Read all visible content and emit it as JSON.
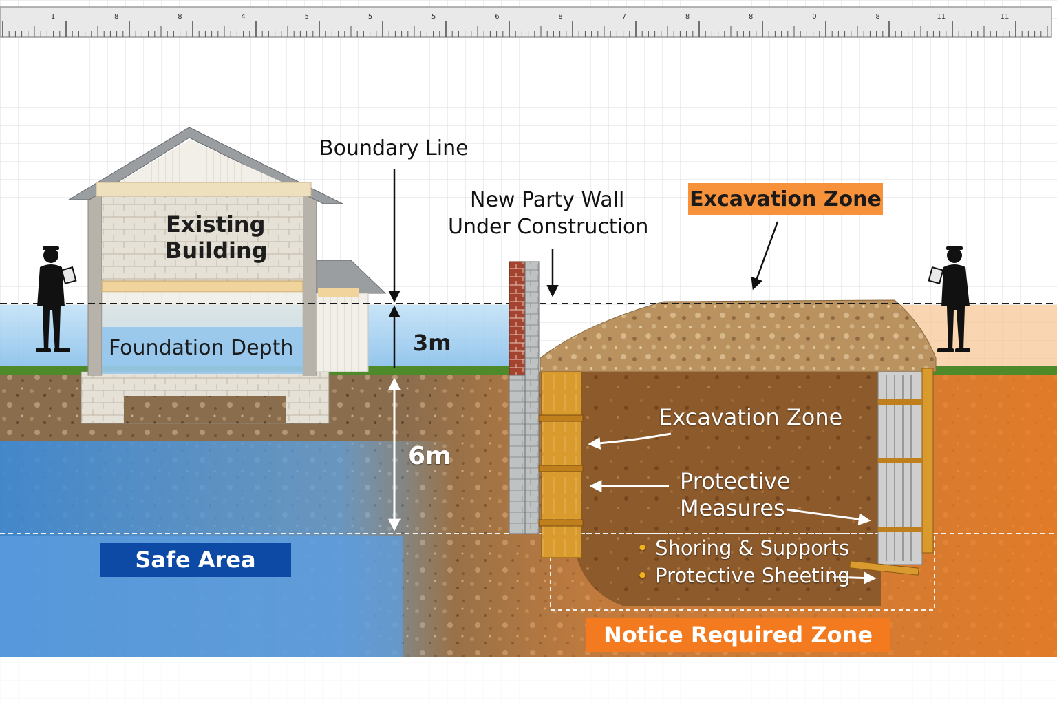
{
  "ruler": {
    "ticks": [
      "1",
      "8",
      "8",
      "4",
      "5",
      "5",
      "5",
      "6",
      "8",
      "7",
      "8",
      "8",
      "0",
      "8",
      "11",
      "11"
    ]
  },
  "labels": {
    "boundary_line": "Boundary Line",
    "party_wall_line1": "New Party Wall",
    "party_wall_line2": "Under Construction",
    "excavation_zone_tag": "Excavation Zone",
    "existing_building_line1": "Existing",
    "existing_building_line2": "Building",
    "foundation_depth": "Foundation Depth",
    "depth_3m": "3m",
    "depth_6m": "6m",
    "excavation_zone_inner": "Excavation Zone",
    "protective_line1": "Protective",
    "protective_line2": "Measures",
    "bullet_1": "Shoring & Supports",
    "bullet_2": "Protective Sheeting",
    "safe_area": "Safe Area",
    "notice_zone": "Notice Required Zone"
  },
  "colors": {
    "safe_blue": "#0d4aa6",
    "notice_orange": "#f47a1f",
    "excavation_tag": "#f7923a",
    "water_blue": "#8fc3ea",
    "soil": "#8a6a48",
    "brick": "#a4432f",
    "timber": "#d99a2e"
  }
}
